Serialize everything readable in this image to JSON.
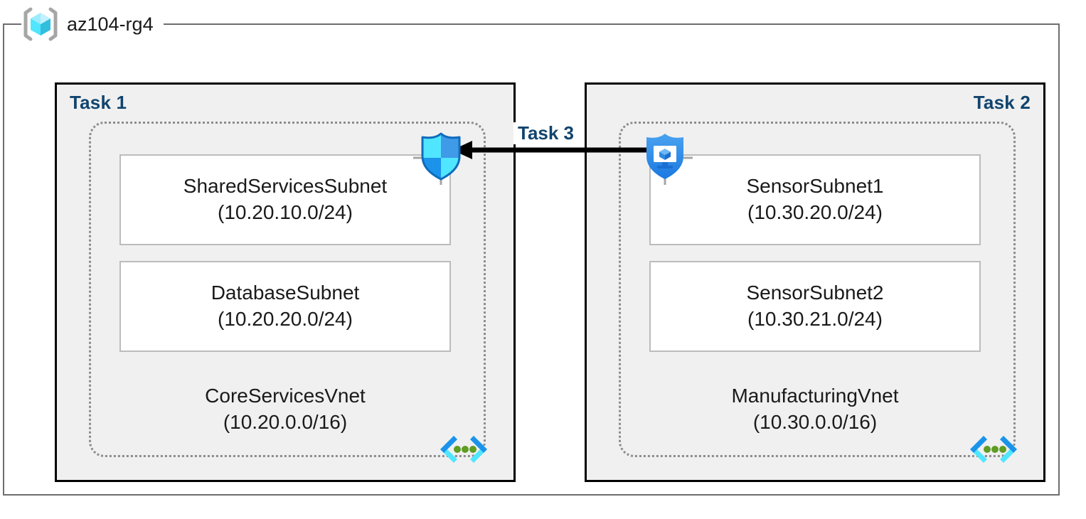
{
  "resource_group": {
    "name": "az104-rg4",
    "icon": "resource-group-cube-icon"
  },
  "panels": [
    {
      "task_label": "Task 1",
      "label_align": "left",
      "vnet": {
        "name": "CoreServicesVnet",
        "cidr": "(10.20.0.0/16)",
        "badge_icon": "virtual-network-icon",
        "subnets": [
          {
            "name": "SharedServicesSubnet",
            "cidr": "(10.20.10.0/24)"
          },
          {
            "name": "DatabaseSubnet",
            "cidr": "(10.20.20.0/24)"
          }
        ]
      }
    },
    {
      "task_label": "Task 2",
      "label_align": "right",
      "vnet": {
        "name": "ManufacturingVnet",
        "cidr": "(10.30.0.0/16)",
        "badge_icon": "virtual-network-icon",
        "subnets": [
          {
            "name": "SensorSubnet1",
            "cidr": "(10.30.20.0/24)"
          },
          {
            "name": "SensorSubnet2",
            "cidr": "(10.30.21.0/24)"
          }
        ]
      }
    }
  ],
  "security_icons": [
    {
      "id": "nsg-shield-icon",
      "label": "network-security-group-shield-icon"
    },
    {
      "id": "vm-shield-icon",
      "label": "protected-virtual-machine-shield-icon"
    }
  ],
  "connection": {
    "label": "Task 3",
    "direction": "right-to-left",
    "icon": "peering-arrow-icon"
  },
  "colors": {
    "task_label": "#11446e",
    "panel_fill": "#f0f0f0",
    "panel_border": "#000000",
    "outer_border": "#6e6e6e",
    "vnet_dotted_border": "#8c8c8c",
    "subnet_border": "#bcbcbc",
    "arrow": "#000000",
    "azure_blue": "#2a8ae8",
    "azure_cyan": "#50e6ff",
    "vnet_green_dot": "#5e9c22"
  }
}
